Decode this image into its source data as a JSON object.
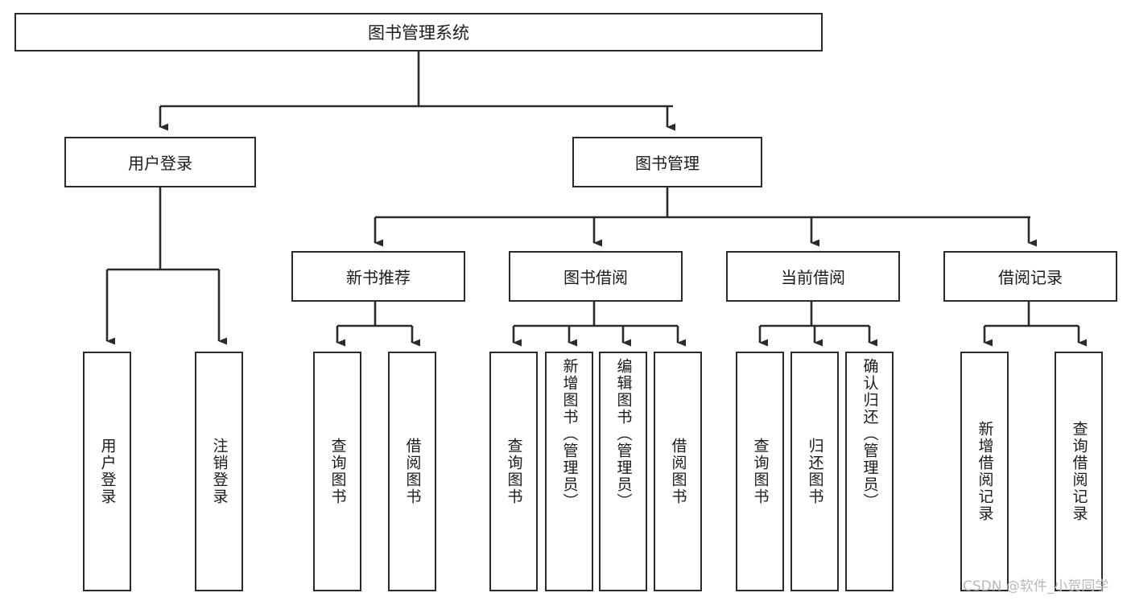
{
  "diagram": {
    "type": "tree-hierarchy",
    "title": "图书管理系统",
    "colors": {
      "stroke": "#2b2b2b",
      "fill": "#ffffff",
      "text": "#1b1b1b",
      "watermark": "#b9b9b9"
    },
    "watermark": "CSDN @软件_小贺同学",
    "nodes": {
      "root": {
        "label": "图书管理系统"
      },
      "level1": [
        {
          "id": "user-login",
          "label": "用户登录"
        },
        {
          "id": "book-manage",
          "label": "图书管理"
        }
      ],
      "level2": [
        {
          "id": "new-book-rec",
          "label": "新书推荐"
        },
        {
          "id": "book-borrow",
          "label": "图书借阅"
        },
        {
          "id": "current-borrow",
          "label": "当前借阅"
        },
        {
          "id": "borrow-record",
          "label": "借阅记录"
        }
      ],
      "leaves": {
        "user-login": [
          {
            "id": "leaf-user-login",
            "label": "用户登录"
          },
          {
            "id": "leaf-user-logout",
            "label": "注销登录"
          }
        ],
        "new-book-rec": [
          {
            "id": "leaf-query-book-1",
            "label": "查询图书"
          },
          {
            "id": "leaf-borrow-book-1",
            "label": "借阅图书"
          }
        ],
        "book-borrow": [
          {
            "id": "leaf-query-book-2",
            "label": "查询图书"
          },
          {
            "id": "leaf-add-book",
            "label": "新增图书（管理员）"
          },
          {
            "id": "leaf-edit-book",
            "label": "编辑图书（管理员）"
          },
          {
            "id": "leaf-borrow-book-2",
            "label": "借阅图书"
          }
        ],
        "current-borrow": [
          {
            "id": "leaf-query-book-3",
            "label": "查询图书"
          },
          {
            "id": "leaf-return-book",
            "label": "归还图书"
          },
          {
            "id": "leaf-confirm-return",
            "label": "确认归还（管理员）"
          }
        ],
        "borrow-record": [
          {
            "id": "leaf-add-record",
            "label": "新增借阅记录"
          },
          {
            "id": "leaf-query-record",
            "label": "查询借阅记录"
          }
        ]
      }
    }
  }
}
